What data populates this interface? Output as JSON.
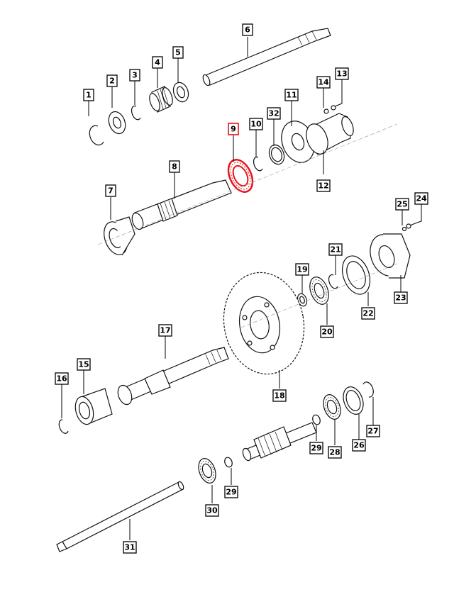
{
  "highlight_color": "#e8141b",
  "labels": {
    "p1": "1",
    "p2": "2",
    "p3": "3",
    "p4": "4",
    "p5": "5",
    "p6": "6",
    "p7": "7",
    "p8": "8",
    "p9": "9",
    "p10": "10",
    "p11": "11",
    "p12": "12",
    "p13": "13",
    "p14": "14",
    "p15": "15",
    "p16": "16",
    "p17": "17",
    "p18": "18",
    "p19": "19",
    "p20": "20",
    "p21": "21",
    "p22": "22",
    "p23": "23",
    "p24": "24",
    "p25": "25",
    "p26": "26",
    "p27": "27",
    "p28": "28",
    "p29a": "29",
    "p29b": "29",
    "p30": "30",
    "p31": "31",
    "p32": "32"
  }
}
